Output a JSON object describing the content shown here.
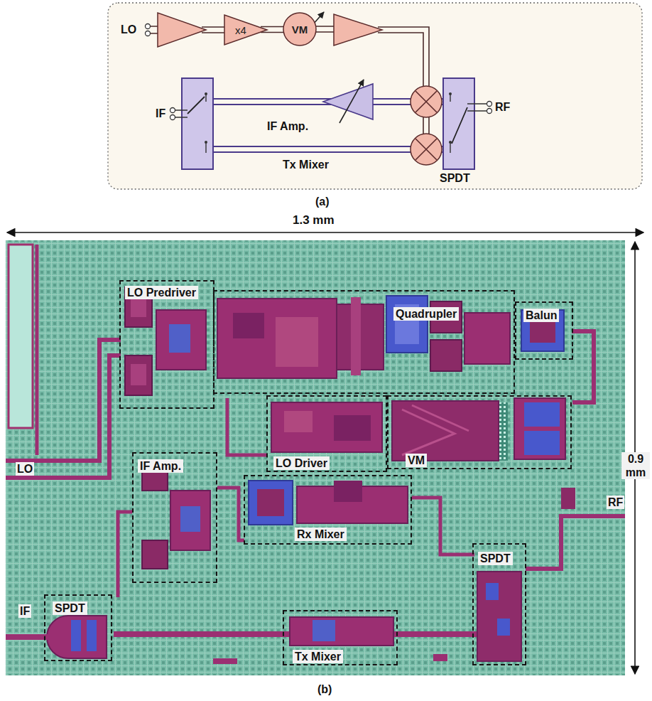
{
  "diagram": {
    "nodes": [
      {
        "text": [
          "x4"
        ]
      },
      {
        "text": [
          "VM"
        ]
      },
      {
        "text": [
          "LO Predriver"
        ]
      },
      {
        "text": [
          "Quadrupler"
        ]
      },
      {
        "text": [
          "Balun"
        ]
      },
      {
        "text": [
          "IF Amp."
        ]
      },
      {
        "text": [
          "LO Driver"
        ]
      },
      {
        "text": [
          "VM"
        ]
      },
      {
        "text": [
          "Rx Mixer"
        ]
      },
      {
        "text": [
          "SPDT"
        ]
      },
      {
        "text": [
          "SPDT"
        ]
      },
      {
        "text": [
          "Tx Mixer"
        ]
      }
    ],
    "edges": [
      {
        "from": 0,
        "to": 1,
        "arrow": "none"
      }
    ],
    "labels": [
      "LO",
      "IF Amp.",
      "IF",
      "RF",
      "Tx Mixer",
      "SPDT",
      "(a)",
      "1.3 mm",
      "LO",
      "0.9 mm",
      "RF",
      "IF",
      "(b)"
    ]
  }
}
